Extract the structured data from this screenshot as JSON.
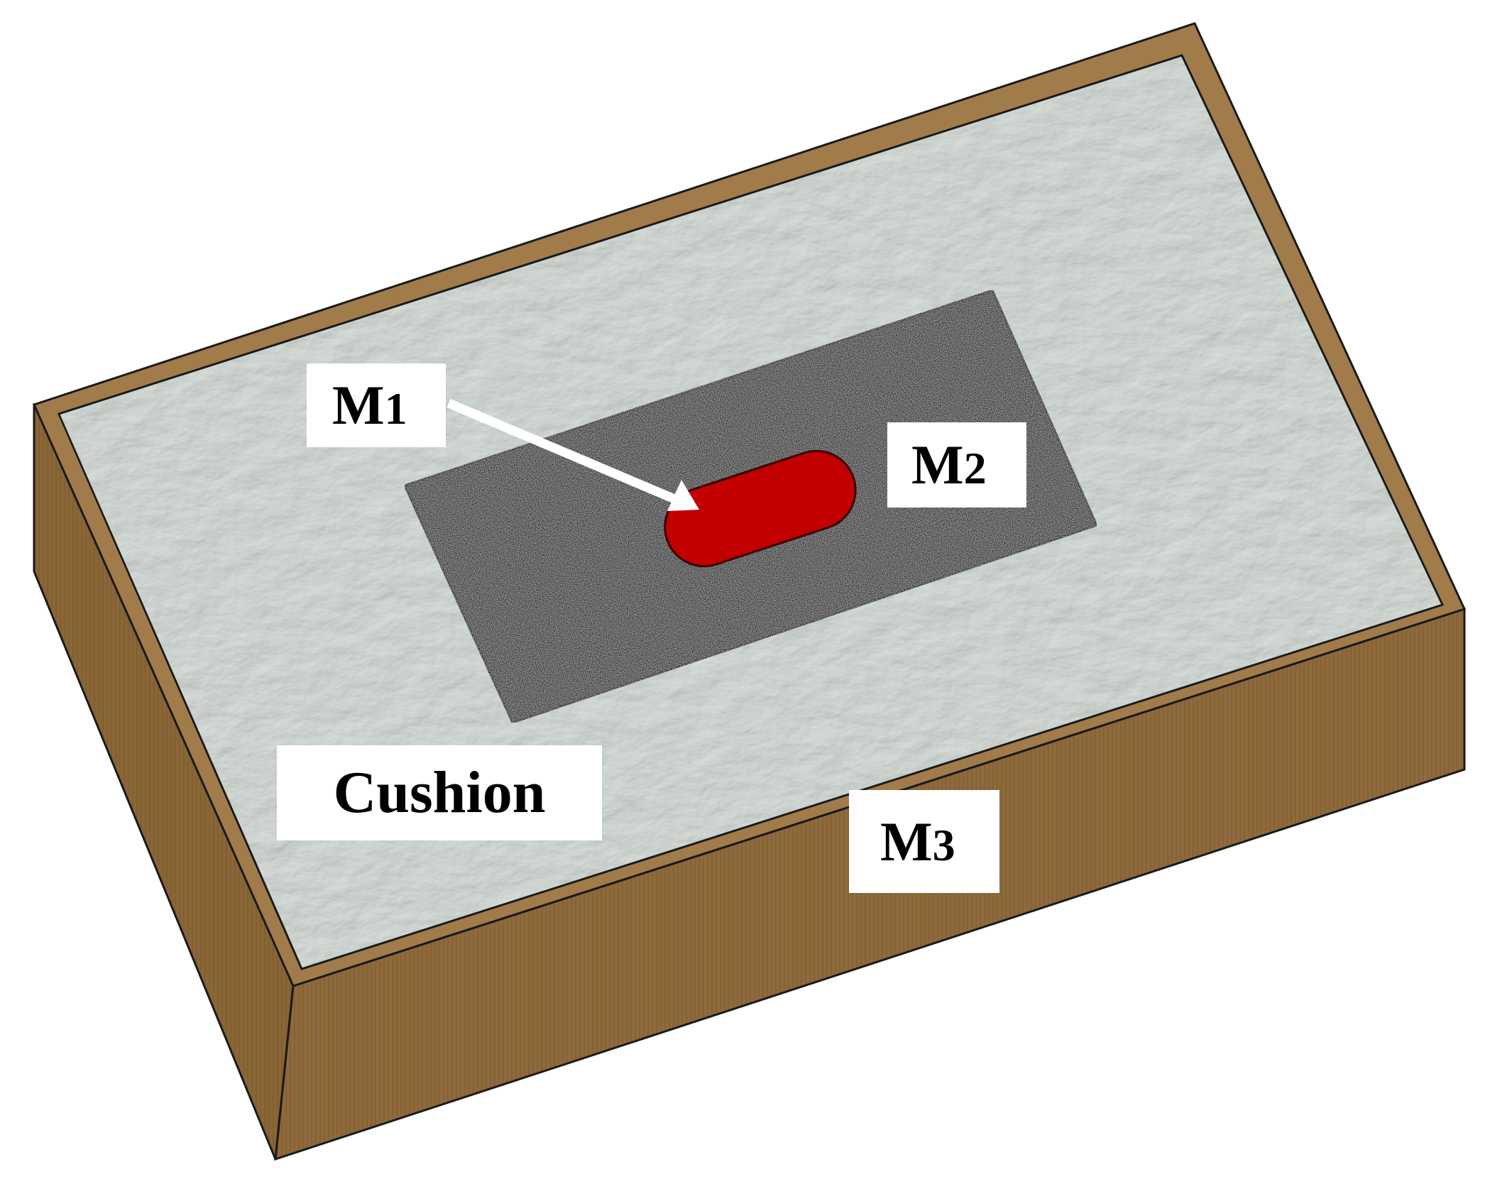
{
  "labels": {
    "m1": {
      "main": "M",
      "sub": "1"
    },
    "m2": {
      "main": "M",
      "sub": "2"
    },
    "m3": {
      "main": "M",
      "sub": "3"
    },
    "cushion": "Cushion"
  },
  "colors": {
    "box_top_frame": "#a17b4a",
    "box_front": "#8e6a3c",
    "box_left": "#8a6638",
    "cushion": "#cfd6d1",
    "inner_layer": "#2d2d2d",
    "specimen": "#c20000",
    "outline": "#1a1a1a",
    "label_bg": "#ffffff",
    "arrow": "#ffffff"
  }
}
